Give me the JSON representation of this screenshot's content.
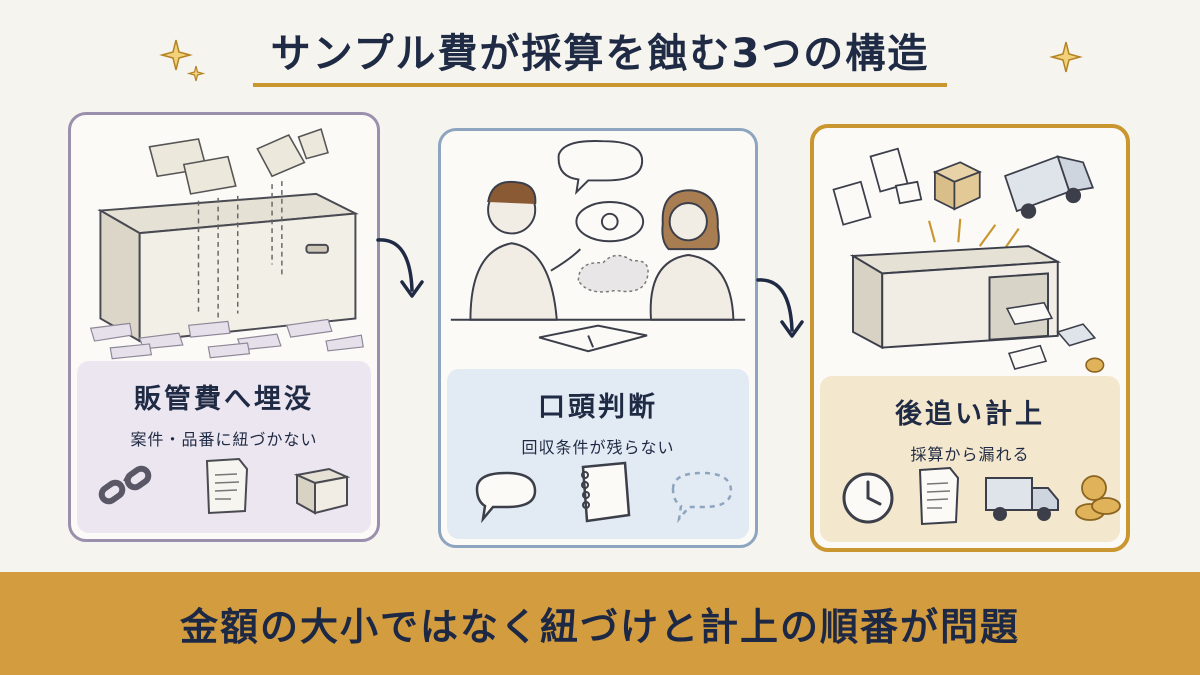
{
  "title": "サンプル費が採算を蝕む3つの構造",
  "cards": [
    {
      "heading": "販管費へ埋没",
      "sub": "案件・品番に紐づかない"
    },
    {
      "heading": "口頭判断",
      "sub": "回収条件が残らない"
    },
    {
      "heading": "後追い計上",
      "sub": "採算から漏れる"
    }
  ],
  "banner": "金額の大小ではなく紐づけと計上の順番が問題",
  "colors": {
    "accent": "#c9962f",
    "banner": "#d29c3f",
    "card1_border": "#9b8fae",
    "card2_border": "#8ea5c0",
    "card3_border": "#c9962f",
    "text": "#1f2a44"
  }
}
